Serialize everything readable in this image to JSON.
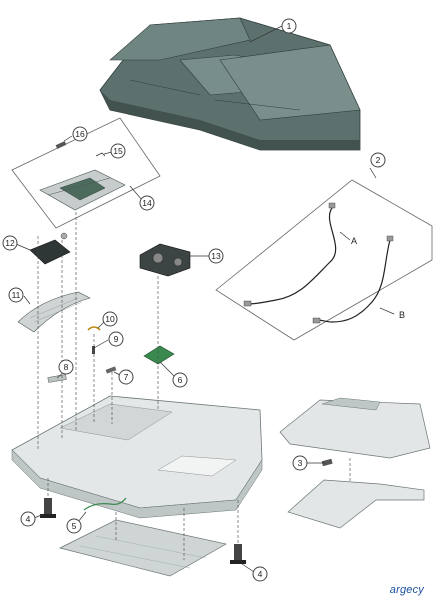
{
  "watermark": "argecy",
  "callouts": {
    "c1": "1",
    "c2": "2",
    "c3": "3",
    "c4a": "4",
    "c4b": "4",
    "c5": "5",
    "c6": "6",
    "c7": "7",
    "c8": "8",
    "c9": "9",
    "c10": "10",
    "c11": "11",
    "c12": "12",
    "c13": "13",
    "c14": "14",
    "c15": "15",
    "c16": "16"
  },
  "cable_labels": {
    "a": "A",
    "b": "B"
  },
  "colors": {
    "part_dark": "#5f7773",
    "part_light": "#dfe3e3",
    "board": "#3a8a4f",
    "brand": "#1a4fa0"
  }
}
